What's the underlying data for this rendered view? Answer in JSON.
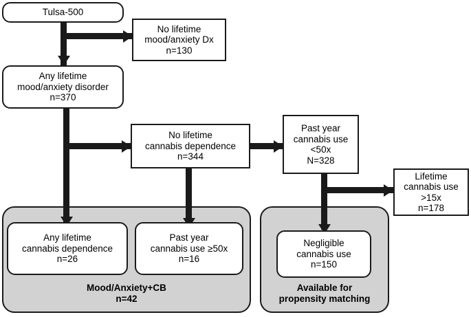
{
  "diagram": {
    "title": "Tulsa-500 cannabis / mood-anxiety study flow chart",
    "colors": {
      "stroke": "#1a1a1a",
      "node_fill": "#ffffff",
      "group_fill": "#d2d2d2",
      "text": "#000000"
    },
    "nodes": [
      {
        "id": "tulsa500",
        "lines": [
          "Tulsa-500"
        ]
      },
      {
        "id": "no-mood-anxiety-dx",
        "lines": [
          "No lifetime",
          "mood/anxiety Dx",
          "n=130"
        ]
      },
      {
        "id": "any-mood-anxiety-disorder",
        "lines": [
          "Any lifetime",
          "mood/anxiety disorder",
          "n=370"
        ]
      },
      {
        "id": "no-lifetime-cannabis-dependence",
        "lines": [
          "No lifetime",
          "cannabis dependence",
          "n=344"
        ]
      },
      {
        "id": "past-year-cannabis-use-lt50x",
        "lines": [
          "Past year",
          "cannabis use",
          "<50x",
          "N=328"
        ]
      },
      {
        "id": "lifetime-cannabis-use-gt15x",
        "lines": [
          "Lifetime",
          "cannabis use",
          ">15x",
          "n=178"
        ]
      },
      {
        "id": "any-lifetime-cannabis-dependence",
        "lines": [
          "Any lifetime",
          "cannabis dependence",
          "n=26"
        ]
      },
      {
        "id": "past-year-cannabis-use-ge50x",
        "lines": [
          "Past year",
          "cannabis use ≥50x",
          "n=16"
        ]
      },
      {
        "id": "negligible-cannabis-use",
        "lines": [
          "Negligible",
          "cannabis use",
          "n=150"
        ]
      }
    ],
    "groups": [
      {
        "id": "mood-anxiety-cb",
        "caption": [
          "Mood/Anxiety+CB",
          "n=42"
        ]
      },
      {
        "id": "available-for-propensity-matching",
        "caption": [
          "Available for",
          "propensity matching"
        ]
      }
    ]
  }
}
